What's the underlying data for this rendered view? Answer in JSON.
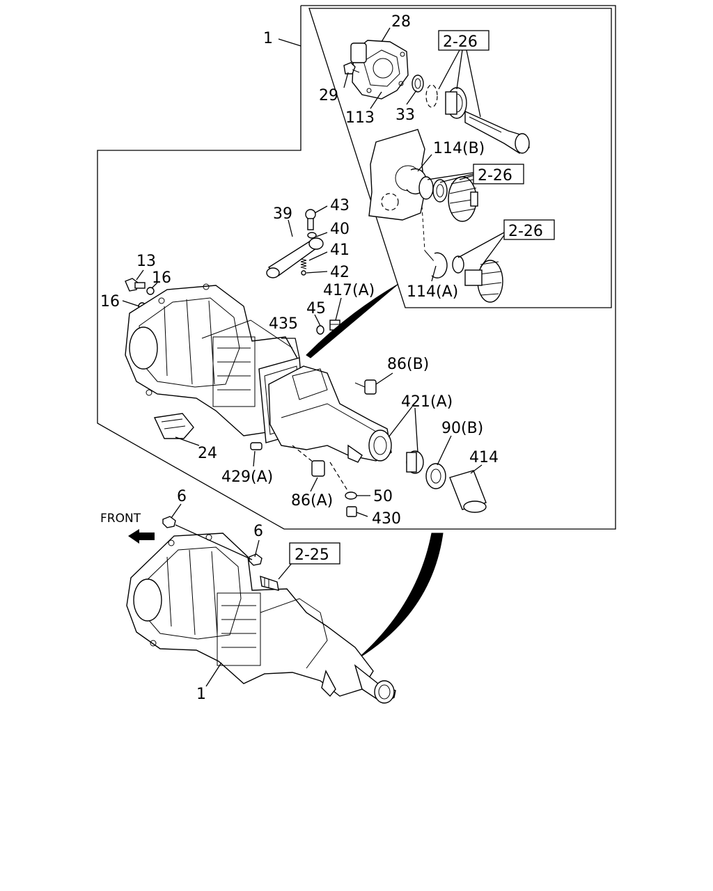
{
  "labels": {
    "l1_top": "1",
    "l28": "28",
    "l29": "29",
    "l113": "113",
    "l33": "33",
    "ref_226_a": "2-26",
    "l114b": "114(B)",
    "ref_226_b": "2-26",
    "ref_226_c": "2-26",
    "l114a": "114(A)",
    "l39": "39",
    "l43": "43",
    "l40": "40",
    "l41": "41",
    "l42": "42",
    "l13": "13",
    "l16a": "16",
    "l16b": "16",
    "l45": "45",
    "l417a": "417(A)",
    "l435": "435",
    "l86b": "86(B)",
    "l421a": "421(A)",
    "l90b": "90(B)",
    "l414": "414",
    "l24": "24",
    "l429a": "429(A)",
    "l86a": "86(A)",
    "l50": "50",
    "l430": "430",
    "l6a": "6",
    "l6b": "6",
    "front": "FRONT",
    "ref_225": "2-25",
    "l1_bottom": "1"
  },
  "icons": {
    "front_arrow": "front-arrow-icon"
  }
}
